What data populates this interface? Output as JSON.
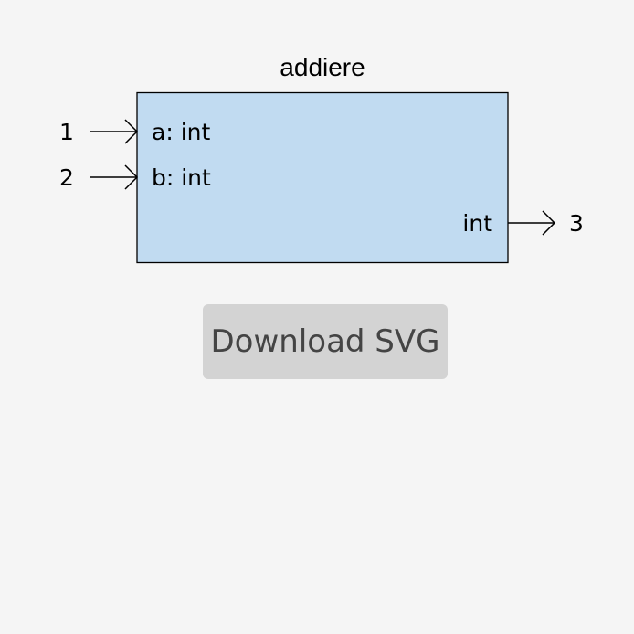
{
  "block": {
    "title": "addiere",
    "inputs": [
      {
        "label": "a: int",
        "value": "1"
      },
      {
        "label": "b: int",
        "value": "2"
      }
    ],
    "output": {
      "label": "int",
      "value": "3"
    },
    "fill_color": "#c1dbf1"
  },
  "download_button": {
    "label": "Download SVG"
  }
}
